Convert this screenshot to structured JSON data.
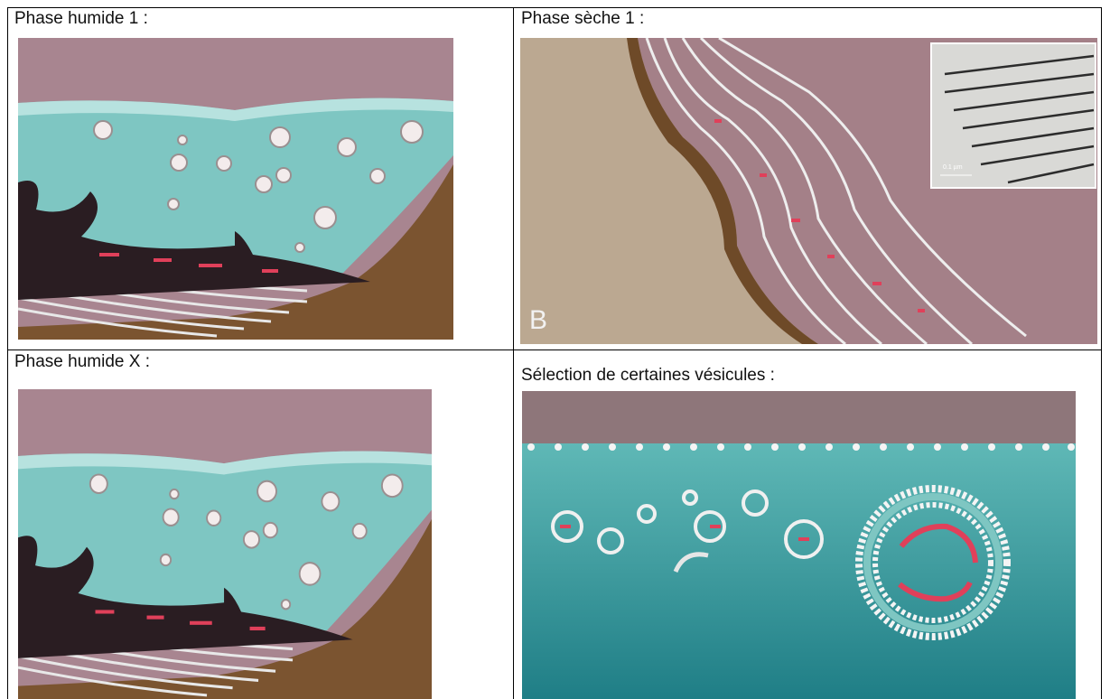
{
  "cells": [
    {
      "caption": "Phase humide 1 :"
    },
    {
      "caption": "Phase sèche 1 :"
    },
    {
      "caption": "Phase humide X :"
    },
    {
      "caption": "Sélection de certaines vésicules :"
    }
  ],
  "figure_marks": {
    "panel_letter": "B",
    "inset_scale": "0.1 µm"
  },
  "colors": {
    "sky": "#b08892",
    "water": "#7cc4c0",
    "rock": "#7a5530",
    "membrane_red": "#e0405a",
    "deep_water": "#2f8f94"
  }
}
